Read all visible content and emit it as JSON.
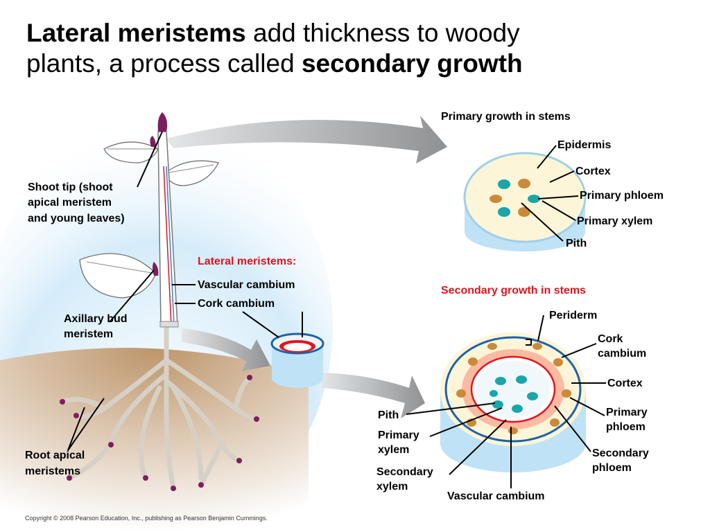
{
  "title": {
    "part1_bold": "Lateral meristems",
    "part2": " add thickness to woody",
    "part3": "plants, a process called ",
    "part4_bold": "secondary growth"
  },
  "labels": {
    "shoot_tip": [
      "Shoot tip (shoot",
      "apical meristem",
      "and young leaves)"
    ],
    "axillary_bud": [
      "Axillary bud",
      "meristem"
    ],
    "root_apical": [
      "Root apical",
      "meristems"
    ],
    "lateral_meristems": "Lateral meristems:",
    "vascular_cambium": "Vascular cambium",
    "cork_cambium": "Cork cambium",
    "primary_growth_heading": "Primary growth in stems",
    "epidermis": "Epidermis",
    "cortex": "Cortex",
    "primary_phloem": "Primary phloem",
    "primary_xylem": "Primary xylem",
    "pith": "Pith",
    "secondary_growth_heading": "Secondary growth in stems",
    "periderm": "Periderm",
    "cork_cambium_2": [
      "Cork",
      "cambium"
    ],
    "cortex_2": "Cortex",
    "primary_phloem_2": [
      "Primary",
      "phloem"
    ],
    "secondary_phloem": [
      "Secondary",
      "phloem"
    ],
    "vascular_cambium_2": "Vascular cambium",
    "secondary_xylem": [
      "Secondary",
      "xylem"
    ],
    "primary_xylem_2": [
      "Primary",
      "xylem"
    ],
    "pith_2": "Pith"
  },
  "copyright": "Copyright © 2008 Pearson Education, Inc., publishing as Pearson Benjamin Cummings.",
  "colors": {
    "label_red": "#e4121b",
    "phloem": "#c98a3a",
    "xylem": "#1aa6a8",
    "cortex": "#fdf5d8",
    "disc_side": "#bfe2f6",
    "soil": "#a77d4e",
    "arrow": "#a6a8aa",
    "periderm": "#1e62a8",
    "secondary_xylem_zone": "#fbbba2",
    "vascular_cambium_ring": "#e4121b"
  }
}
